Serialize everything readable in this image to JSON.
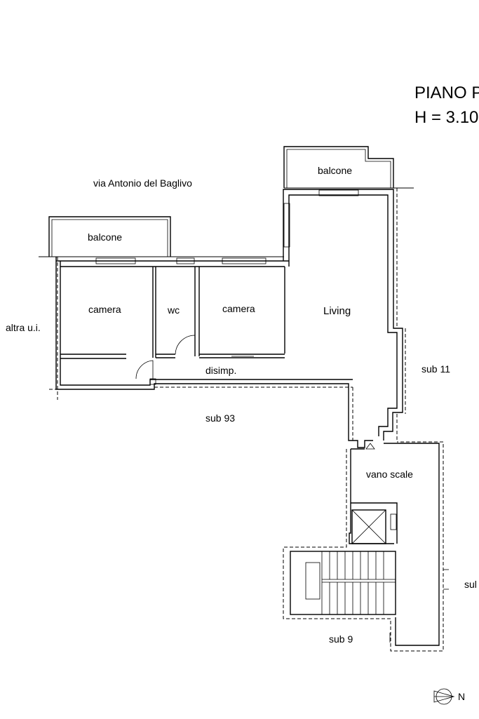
{
  "header": {
    "title_line1": "PIANO P",
    "title_line2": "H = 3.10"
  },
  "street": "via Antonio del Baglivo",
  "rooms": {
    "balcone_left": "balcone",
    "balcone_top": "balcone",
    "camera_left": "camera",
    "wc": "wc",
    "camera_right": "camera",
    "living": "Living",
    "disimp": "disimp.",
    "vano_scale": "vano scale"
  },
  "neighbors": {
    "altra_ui": "altra u.i.",
    "sub11": "sub 11",
    "sub93": "sub 93",
    "sub9": "sub 9",
    "sub_right": "sul"
  },
  "compass": {
    "label": "N"
  }
}
